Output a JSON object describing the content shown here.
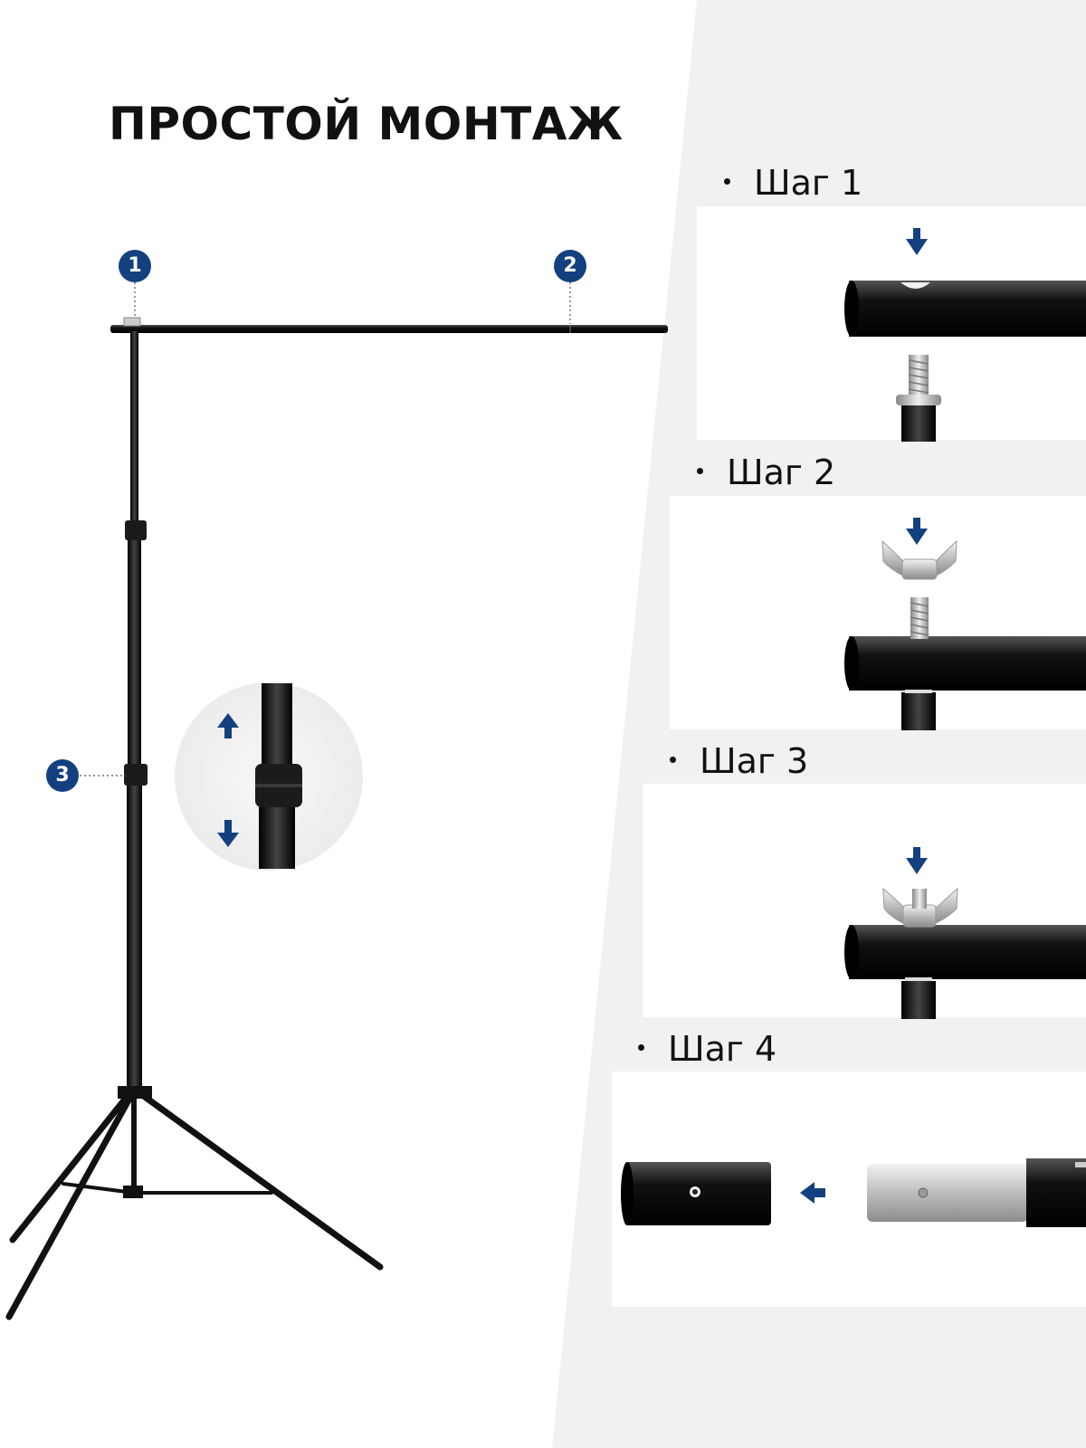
{
  "title": "ПРОСТОЙ МОНТАЖ",
  "callouts": [
    "1",
    "2",
    "3"
  ],
  "steps": [
    {
      "label": "Шаг 1"
    },
    {
      "label": "Шаг 2"
    },
    {
      "label": "Шаг 3"
    },
    {
      "label": "Шаг 4"
    }
  ],
  "colors": {
    "accent": "#13407f",
    "pole": "#111111",
    "background_gray": "#f1f1f1",
    "silver": "#c8c8c8"
  }
}
